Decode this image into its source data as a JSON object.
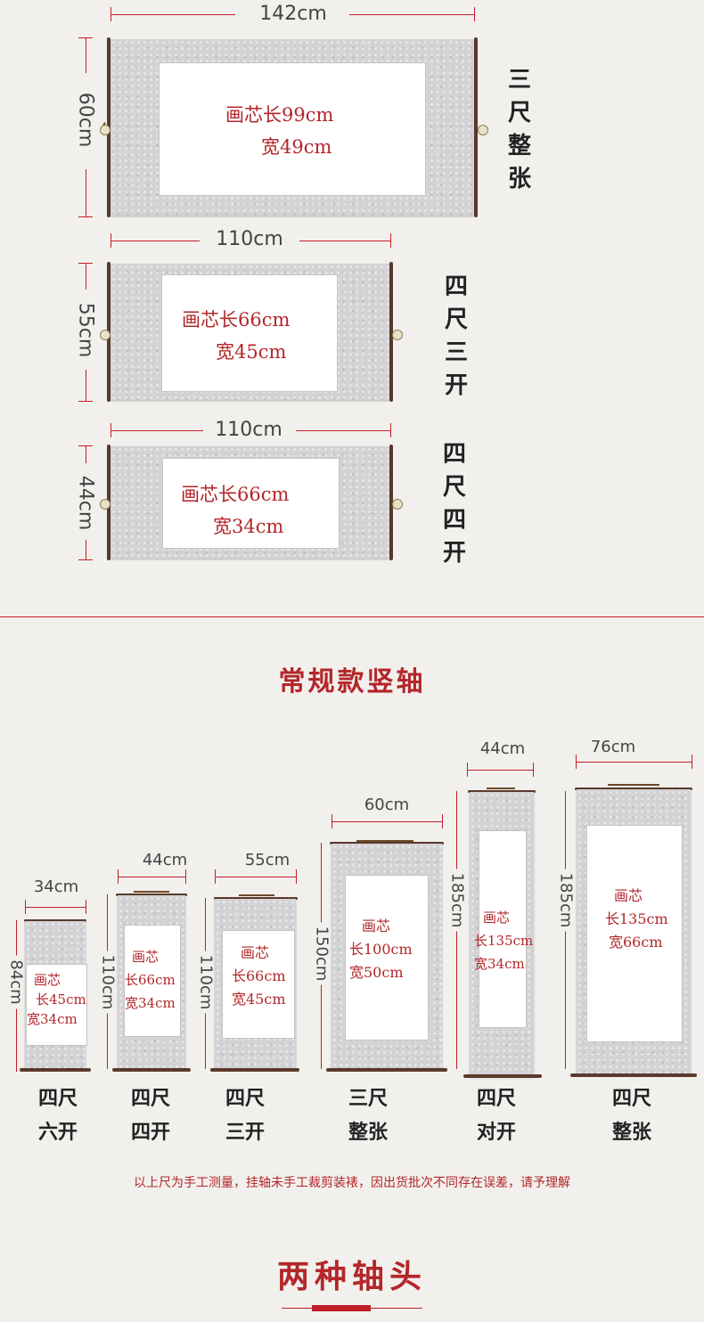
{
  "horizontal_scrolls": [
    {
      "width": "142cm",
      "height": "60cm",
      "core_line1": "画芯长99cm",
      "core_line2": "宽49cm",
      "name": [
        "三",
        "尺",
        "整",
        "张"
      ]
    },
    {
      "width": "110cm",
      "height": "55cm",
      "core_line1": "画芯长66cm",
      "core_line2": "宽45cm",
      "name": [
        "四",
        "尺",
        "三",
        "开"
      ]
    },
    {
      "width": "110cm",
      "height": "44cm",
      "core_line1": "画芯长66cm",
      "core_line2": "宽34cm",
      "name": [
        "四",
        "尺",
        "四",
        "开"
      ]
    }
  ],
  "section_vertical_title": "常规款竖轴",
  "vertical_scrolls": [
    {
      "width": "34cm",
      "height": "84cm",
      "core": [
        "画芯",
        "长45cm",
        "宽34cm"
      ],
      "name": [
        "四尺",
        "六开"
      ]
    },
    {
      "width": "44cm",
      "height": "110cm",
      "core": [
        "画芯",
        "长66cm",
        "宽34cm"
      ],
      "name": [
        "四尺",
        "四开"
      ]
    },
    {
      "width": "55cm",
      "height": "110cm",
      "core": [
        "画芯",
        "长66cm",
        "宽45cm"
      ],
      "name": [
        "四尺",
        "三开"
      ]
    },
    {
      "width": "60cm",
      "height": "150cm",
      "core": [
        "画芯",
        "长100cm",
        "宽50cm"
      ],
      "name": [
        "三尺",
        "整张"
      ]
    },
    {
      "width": "44cm",
      "height": "185cm",
      "core": [
        "画芯",
        "长135cm",
        "宽34cm"
      ],
      "name": [
        "四尺",
        "对开"
      ]
    },
    {
      "width": "76cm",
      "height": "185cm",
      "core": [
        "画芯",
        "长135cm",
        "宽66cm"
      ],
      "name": [
        "四尺",
        "整张"
      ]
    }
  ],
  "disclaimer": "以上尺为手工测量，挂轴未手工裁剪装裱，因出货批次不同存在误差，请予理解",
  "section_axis_title": "两种轴头",
  "colors": {
    "accent": "#b3262a",
    "background": "#f2f0ed"
  }
}
